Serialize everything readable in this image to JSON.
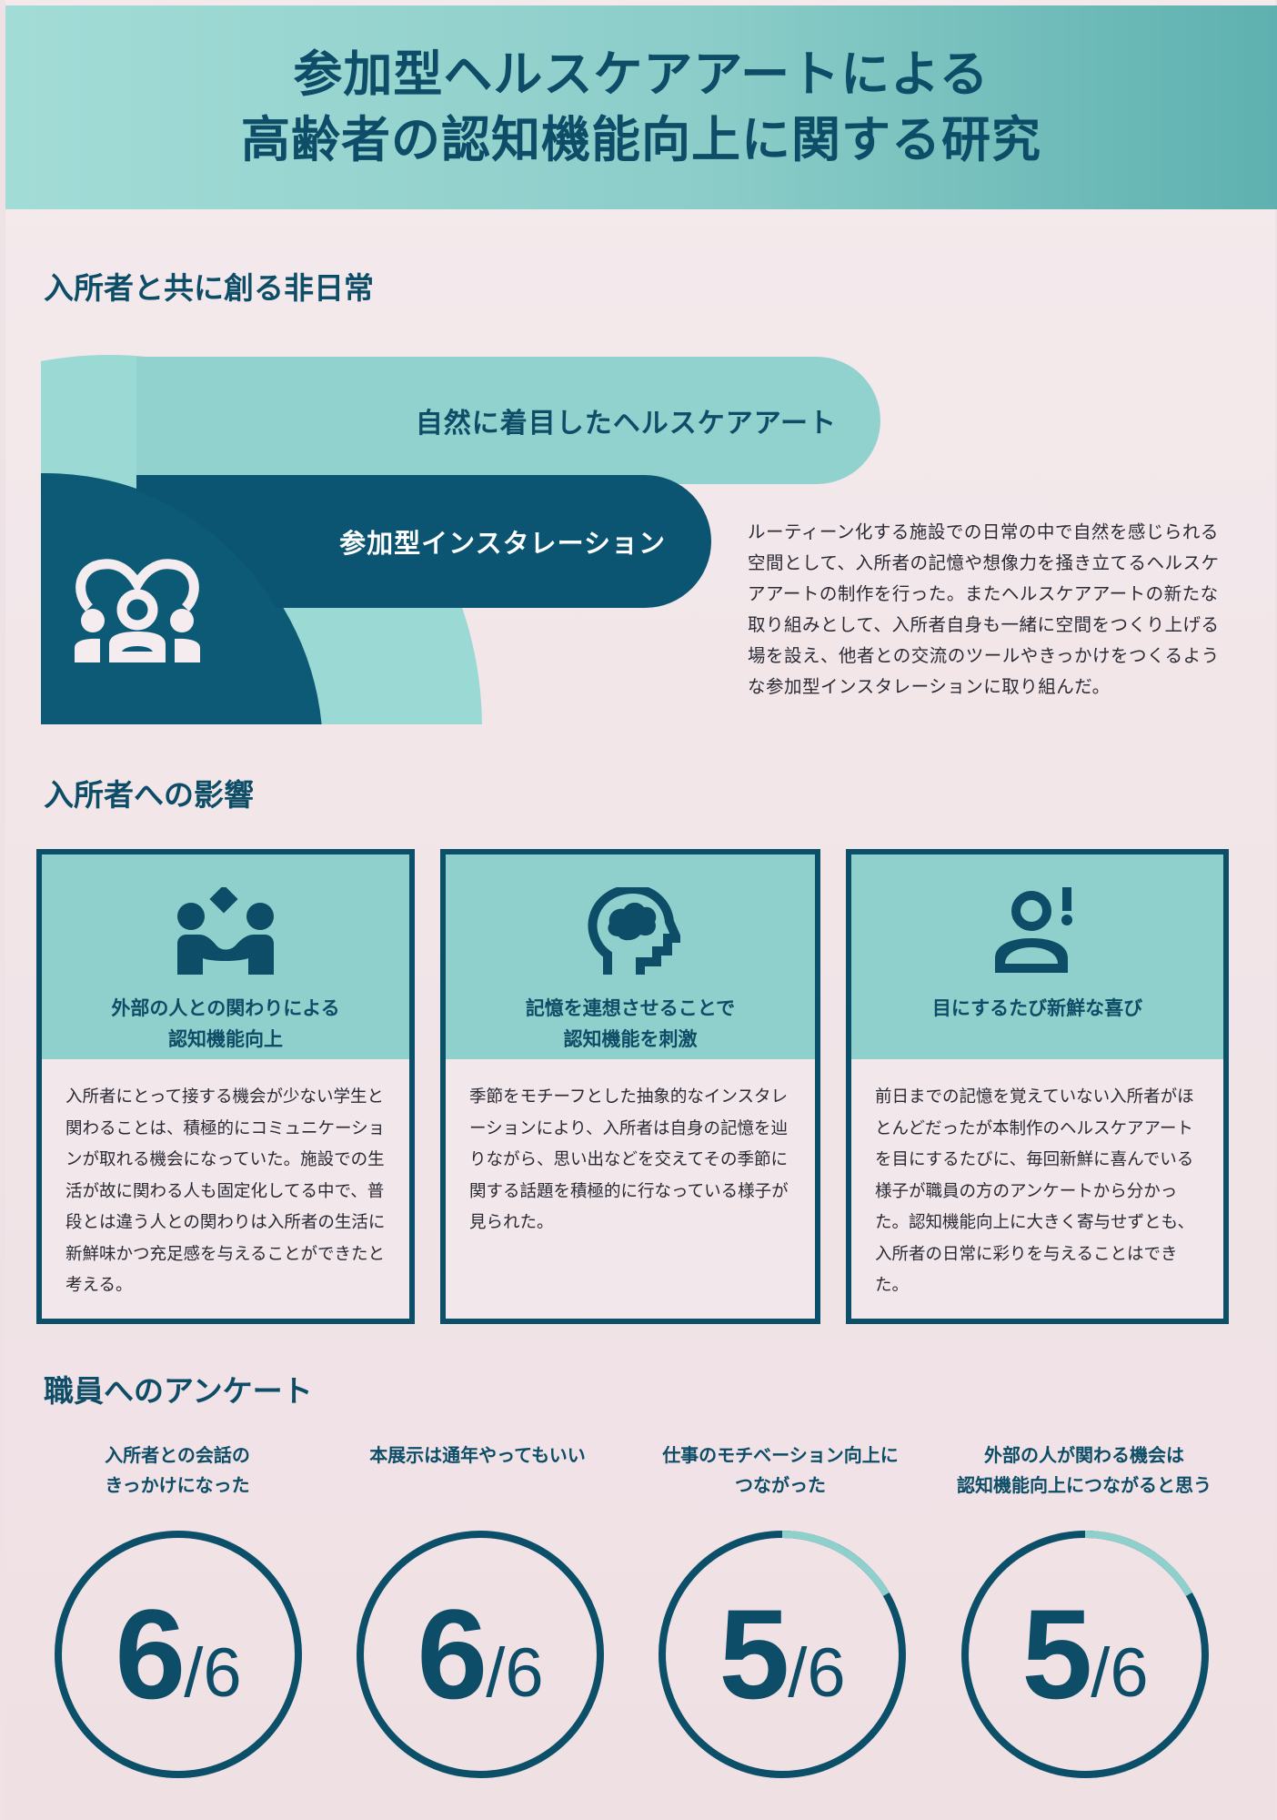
{
  "header": {
    "title_line1": "参加型ヘルスケアアートによる",
    "title_line2": "高齢者の認知機能向上に関する研究"
  },
  "section1": {
    "heading": "入所者と共に創る非日常",
    "pill_light_label": "自然に着目したヘルスケアアート",
    "pill_dark_label": "参加型インスタレーション",
    "icon": "group-heart-icon",
    "description": "ルーティーン化する施設での日常の中で自然を感じられる空間として、入所者の記憶や想像力を掻き立てるヘルスケアアートの制作を行った。またヘルスケアアートの新たな取り組みとして、入所者自身も一緒に空間をつくり上げる場を設え、他者との交流のツールやきっかけをつくるような参加型インスタレーションに取り組んだ。"
  },
  "section2": {
    "heading": "入所者への影響",
    "cards": [
      {
        "icon": "handshake-people-icon",
        "title_line1": "外部の人との関わりによる",
        "title_line2": "認知機能向上",
        "body": "入所者にとって接する機会が少ない学生と関わることは、積極的にコミュニケーションが取れる機会になっていた。施設での生活が故に関わる人も固定化してる中で、普段とは違う人との関わりは入所者の生活に新鮮味かつ充足感を与えることができたと考える。"
      },
      {
        "icon": "head-brain-icon",
        "title_line1": "記憶を連想させることで",
        "title_line2": "認知機能を刺激",
        "body": "季節をモチーフとした抽象的なインスタレーションにより、入所者は自身の記憶を辿りながら、思い出などを交えてその季節に関する話題を積極的に行なっている様子が見られた。"
      },
      {
        "icon": "person-exclamation-icon",
        "title_line1": "目にするたび新鮮な喜び",
        "title_line2": "",
        "body": "前日までの記憶を覚えていない入所者がほとんどだったが本制作のヘルスケアアートを目にするたびに、毎回新鮮に喜んでいる様子が職員の方のアンケートから分かった。認知機能向上に大きく寄与せずとも、入所者の日常に彩りを与えることはできた。"
      }
    ]
  },
  "section3": {
    "heading": "職員へのアンケート",
    "items": [
      {
        "label_line1": "入所者との会話の",
        "label_line2": "きっかけになった",
        "value": "6",
        "total": "6",
        "slash": "/"
      },
      {
        "label_line1": "本展示は通年やってもいい",
        "label_line2": "",
        "value": "6",
        "total": "6",
        "slash": "/"
      },
      {
        "label_line1": "仕事のモチベーション向上に",
        "label_line2": "つながった",
        "value": "5",
        "total": "6",
        "slash": "/"
      },
      {
        "label_line1": "外部の人が関わる機会は",
        "label_line2": "認知機能向上につながると思う",
        "value": "5",
        "total": "6",
        "slash": "/"
      }
    ]
  },
  "colors": {
    "dark_teal": "#0c4f69",
    "light_teal": "#92d2ce",
    "header_gradient_end": "#5eb1b0",
    "background": "#f2e7ea"
  }
}
